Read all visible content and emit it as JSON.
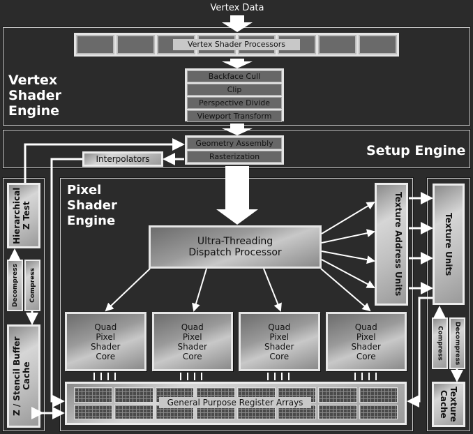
{
  "input": {
    "label": "Vertex Data"
  },
  "regions": {
    "vertex": {
      "title_line1": "Vertex",
      "title_line2": "Shader",
      "title_line3": "Engine"
    },
    "setup": {
      "title": "Setup Engine"
    },
    "pixel": {
      "title_line1": "Pixel",
      "title_line2": "Shader",
      "title_line3": "Engine"
    }
  },
  "vertex_shader_processors": {
    "label": "Vertex Shader Processors",
    "count": 8
  },
  "vertex_pipeline": [
    "Backface Cull",
    "Clip",
    "Perspective Divide",
    "Viewport Transform"
  ],
  "setup_pipeline": [
    "Geometry Assembly",
    "Rasterization"
  ],
  "interpolators": {
    "label": "Interpolators"
  },
  "dispatch": {
    "line1": "Ultra-Threading",
    "line2": "Dispatch Processor"
  },
  "quad_cores": [
    {
      "label_lines": [
        "Quad",
        "Pixel",
        "Shader",
        "Core"
      ]
    },
    {
      "label_lines": [
        "Quad",
        "Pixel",
        "Shader",
        "Core"
      ]
    },
    {
      "label_lines": [
        "Quad",
        "Pixel",
        "Shader",
        "Core"
      ]
    },
    {
      "label_lines": [
        "Quad",
        "Pixel",
        "Shader",
        "Core"
      ]
    }
  ],
  "register_arrays": {
    "label": "General Purpose Register Arrays"
  },
  "z_unit": {
    "hierarchical": "Hierarchical Z Test",
    "decompress": "Decompress",
    "compress": "Compress",
    "cache": "Z / Stencil Buffer Cache"
  },
  "texture": {
    "address_units": "Texture Address Units",
    "units": "Texture Units",
    "compress": "Compress",
    "decompress": "Decompress",
    "cache": "Texture Cache"
  }
}
